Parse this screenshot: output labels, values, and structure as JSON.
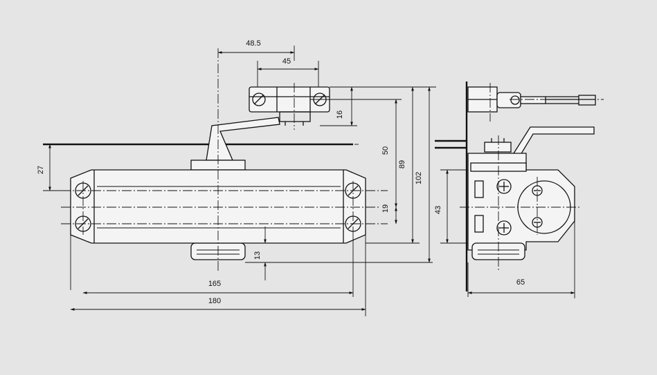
{
  "dimensions": {
    "d48_5": "48.5",
    "d45": "45",
    "d16": "16",
    "d50": "50",
    "d89": "89",
    "d102": "102",
    "d27": "27",
    "d19": "19",
    "d13": "13",
    "d165": "165",
    "d180": "180",
    "d43": "43",
    "d65": "65"
  },
  "colors": {
    "background": "#e5e5e5",
    "line": "#111111",
    "body": "#f4f4f4"
  }
}
